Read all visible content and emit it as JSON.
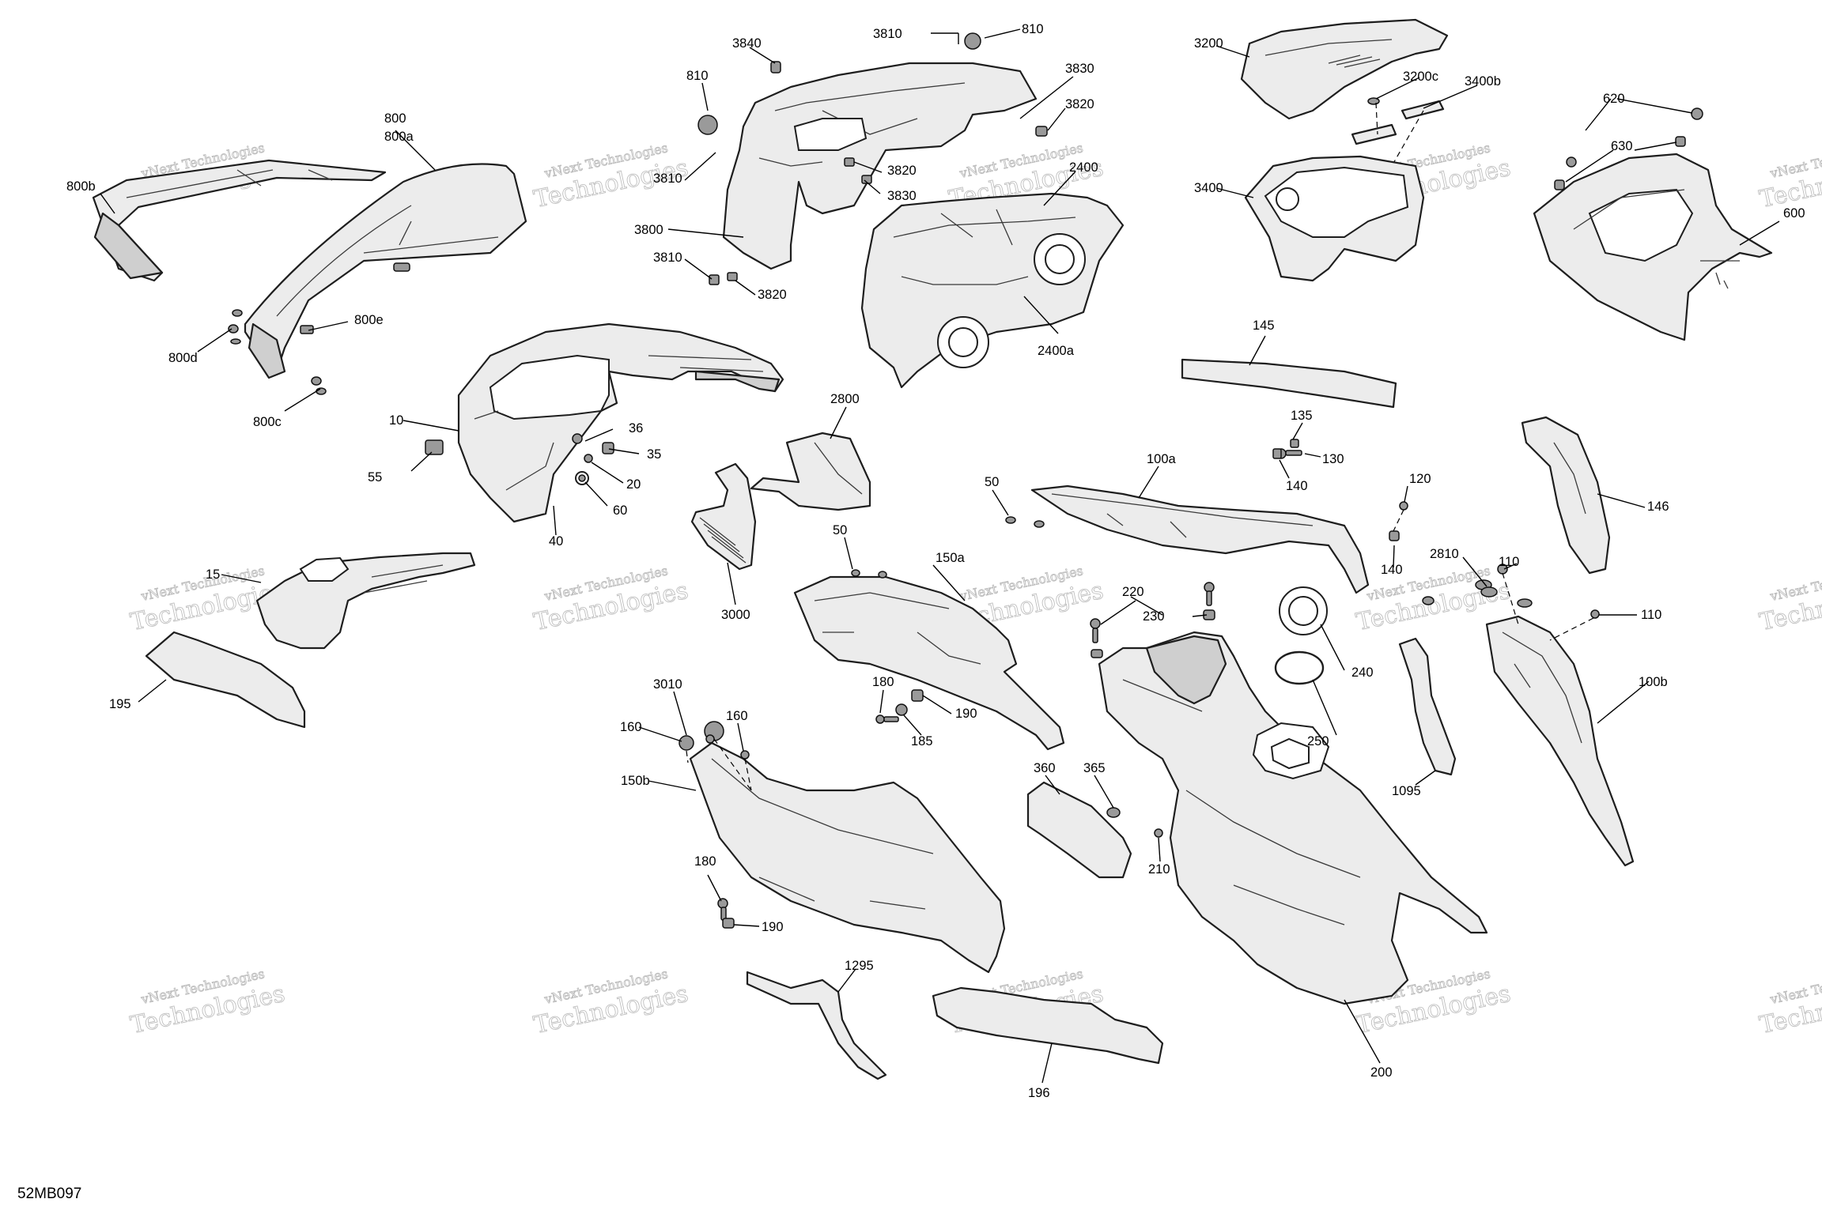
{
  "diagram": {
    "reference_code": "52MB097",
    "watermark_line1": "vNext Technologies",
    "watermark_line2": "Technologies",
    "callouts": {
      "c800": "800",
      "c800a": "800a",
      "c800b": "800b",
      "c800d": "800d",
      "c800e": "800e",
      "c800c": "800c",
      "c3840": "3840",
      "c810a": "810",
      "c3810a": "3810",
      "c810b": "810",
      "c3830a": "3830",
      "c3820a": "3820",
      "c3810b": "3810",
      "c3820b": "3820",
      "c3830b": "3830",
      "c3800": "3800",
      "c3810c": "3810",
      "c3820c": "3820",
      "c2400": "2400",
      "c2400a": "2400a",
      "c3200": "3200",
      "c3200c": "3200c",
      "c3400b": "3400b",
      "c3400": "3400",
      "c620": "620",
      "c630": "630",
      "c600": "600",
      "c10": "10",
      "c36": "36",
      "c35": "35",
      "c55": "55",
      "c20": "20",
      "c60": "60",
      "c40": "40",
      "c2800": "2800",
      "c3000": "3000",
      "c145": "145",
      "c135": "135",
      "c130": "130",
      "c140a": "140",
      "c50a": "50",
      "c100a": "100a",
      "c120": "120",
      "c140b": "140",
      "c146": "146",
      "c2810": "2810",
      "c110a": "110",
      "c110b": "110",
      "c100b": "100b",
      "c15": "15",
      "c195": "195",
      "c50b": "50",
      "c150a": "150a",
      "c220": "220",
      "c230": "230",
      "c240": "240",
      "c250": "250",
      "c1095": "1095",
      "c180a": "180",
      "c190a": "190",
      "c185": "185",
      "c3010": "3010",
      "c160a": "160",
      "c160b": "160",
      "c150b": "150b",
      "c360": "360",
      "c365": "365",
      "c210": "210",
      "c180b": "180",
      "c190b": "190",
      "c1295": "1295",
      "c196": "196",
      "c200": "200"
    }
  }
}
